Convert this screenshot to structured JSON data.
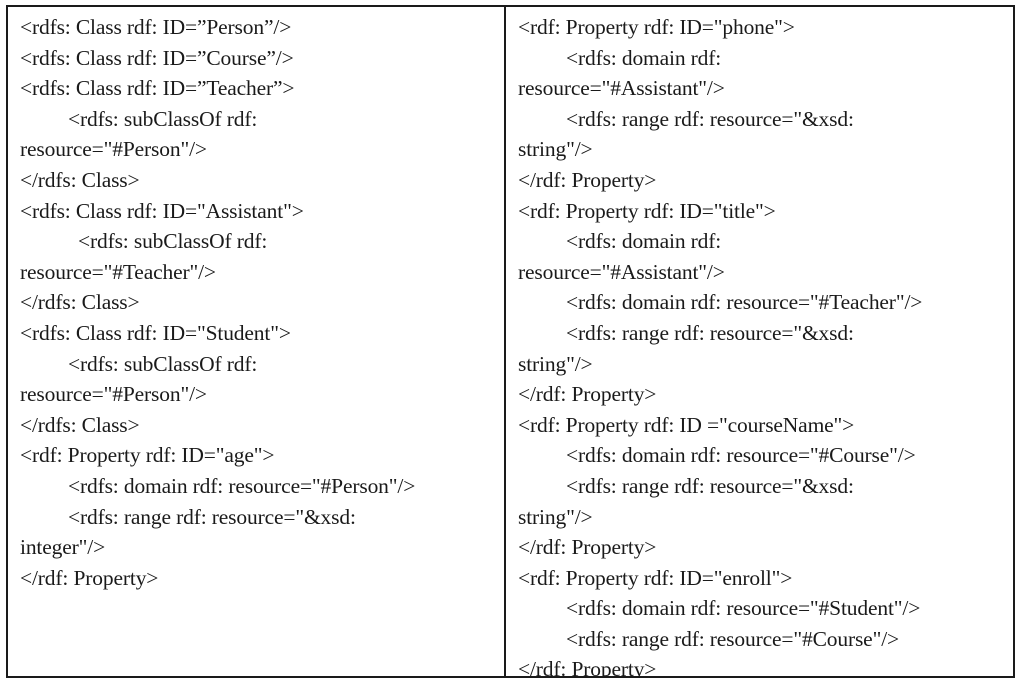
{
  "left_column": {
    "lines": [
      {
        "text": "<rdfs: Class rdf: ID=”Person”/>",
        "indent": 0
      },
      {
        "text": "<rdfs: Class rdf: ID=”Course”/>",
        "indent": 0
      },
      {
        "text": "<rdfs: Class rdf: ID=”Teacher”>",
        "indent": 0
      },
      {
        "text": "<rdfs: subClassOf rdf:",
        "indent": 1
      },
      {
        "text": "resource=\"#Person\"/>",
        "indent": 0
      },
      {
        "text": "</rdfs: Class>",
        "indent": 0
      },
      {
        "text": "<rdfs: Class rdf: ID=\"Assistant\">",
        "indent": 0
      },
      {
        "text": "<rdfs: subClassOf rdf:",
        "indent": 2
      },
      {
        "text": "resource=\"#Teacher\"/>",
        "indent": 0
      },
      {
        "text": "</rdfs: Class>",
        "indent": 0
      },
      {
        "text": "<rdfs: Class rdf: ID=\"Student\">",
        "indent": 0
      },
      {
        "text": "<rdfs: subClassOf rdf:",
        "indent": 1
      },
      {
        "text": "resource=\"#Person\"/>",
        "indent": 0
      },
      {
        "text": "</rdfs: Class>",
        "indent": 0
      },
      {
        "text": "<rdf: Property rdf: ID=\"age\">",
        "indent": 0
      },
      {
        "text": "<rdfs: domain rdf: resource=\"#Person\"/>",
        "indent": 1
      },
      {
        "text": "<rdfs: range rdf: resource=\"&xsd:",
        "indent": 1
      },
      {
        "text": "integer\"/>",
        "indent": 0
      },
      {
        "text": "</rdf: Property>",
        "indent": 0
      }
    ]
  },
  "right_column": {
    "lines": [
      {
        "text": "<rdf: Property rdf: ID=\"phone\">",
        "indent": 0
      },
      {
        "text": "<rdfs: domain rdf:",
        "indent": 1
      },
      {
        "text": "resource=\"#Assistant\"/>",
        "indent": 0
      },
      {
        "text": "<rdfs: range rdf: resource=\"&xsd:",
        "indent": 1
      },
      {
        "text": "string\"/>",
        "indent": 0
      },
      {
        "text": "</rdf: Property>",
        "indent": 0
      },
      {
        "text": "<rdf: Property rdf: ID=\"title\">",
        "indent": 0
      },
      {
        "text": "<rdfs: domain rdf:",
        "indent": 1
      },
      {
        "text": "resource=\"#Assistant\"/>",
        "indent": 0
      },
      {
        "text": "<rdfs: domain rdf: resource=\"#Teacher\"/>",
        "indent": 1
      },
      {
        "text": "<rdfs: range rdf: resource=\"&xsd:",
        "indent": 1
      },
      {
        "text": "string\"/>",
        "indent": 0
      },
      {
        "text": "</rdf: Property>",
        "indent": 0
      },
      {
        "text": "<rdf: Property rdf: ID =\"courseName\">",
        "indent": 0
      },
      {
        "text": "<rdfs: domain rdf: resource=\"#Course\"/>",
        "indent": 1
      },
      {
        "text": "<rdfs: range rdf: resource=\"&xsd:",
        "indent": 1
      },
      {
        "text": "string\"/>",
        "indent": 0
      },
      {
        "text": "</rdf: Property>",
        "indent": 0
      },
      {
        "text": "<rdf: Property rdf: ID=\"enroll\">",
        "indent": 0
      },
      {
        "text": "<rdfs: domain rdf: resource=\"#Student\"/>",
        "indent": 1
      },
      {
        "text": "<rdfs: range rdf: resource=\"#Course\"/>",
        "indent": 1
      },
      {
        "text": "</rdf: Property>",
        "indent": 0
      }
    ]
  }
}
